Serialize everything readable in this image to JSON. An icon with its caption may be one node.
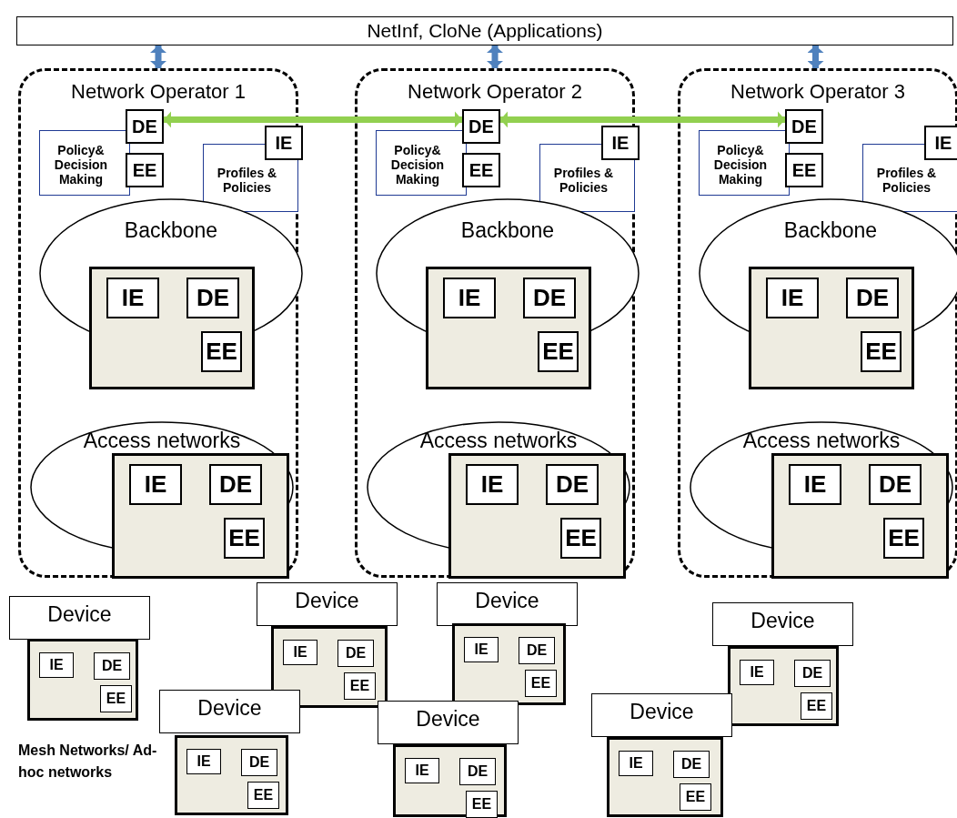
{
  "diagram": {
    "nodes": [
      {
        "text": [
          "NetInf, CloNe (Applications)"
        ]
      },
      {
        "text": [
          "Network Operator 1"
        ]
      },
      {
        "text": [
          "Policy& Decision Making"
        ],
        "in": 1
      },
      {
        "text": [
          "DE"
        ],
        "in": 1
      },
      {
        "text": [
          "EE"
        ],
        "in": 1
      },
      {
        "text": [
          "Profiles & Policies"
        ],
        "in": 1
      },
      {
        "text": [
          "IE"
        ],
        "in": 1
      },
      {
        "text": [
          "Backbone"
        ],
        "in": 1
      },
      {
        "text": [],
        "shape": "box",
        "in": 1
      },
      {
        "text": [
          "IE"
        ]
      },
      {
        "text": [
          "DE"
        ]
      },
      {
        "text": [
          "EE"
        ],
        "in": 8
      },
      {
        "text": [
          "Access networks"
        ],
        "in": 1
      },
      {
        "text": [],
        "shape": "box",
        "in": 1
      },
      {
        "text": [
          "IE"
        ]
      },
      {
        "text": [
          "DE"
        ]
      },
      {
        "text": [
          "EE"
        ],
        "in": 13
      },
      {
        "text": [
          "Network Operator 2"
        ]
      },
      {
        "text": [
          "Policy& Decision Making"
        ],
        "in": 17
      },
      {
        "text": [
          "DE"
        ],
        "in": 17
      },
      {
        "text": [
          "EE"
        ],
        "in": 17
      },
      {
        "text": [
          "Profiles & Policies"
        ],
        "in": 17
      },
      {
        "text": [
          "IE"
        ],
        "in": 17
      },
      {
        "text": [
          "Backbone"
        ],
        "in": 17
      },
      {
        "text": [],
        "shape": "box",
        "in": 17
      },
      {
        "text": [
          "IE"
        ]
      },
      {
        "text": [
          "DE"
        ]
      },
      {
        "text": [
          "EE"
        ],
        "in": 24
      },
      {
        "text": [
          "Access networks"
        ],
        "in": 17
      },
      {
        "text": [],
        "shape": "box",
        "in": 17
      },
      {
        "text": [
          "IE"
        ]
      },
      {
        "text": [
          "DE"
        ]
      },
      {
        "text": [
          "EE"
        ],
        "in": 29
      },
      {
        "text": [
          "Network Operator 3"
        ]
      },
      {
        "text": [
          "Policy& Decision Making"
        ],
        "in": 33
      },
      {
        "text": [
          "DE"
        ],
        "in": 33
      },
      {
        "text": [
          "EE"
        ],
        "in": 33
      },
      {
        "text": [
          "Profiles & Policies"
        ],
        "in": 33
      },
      {
        "text": [
          "IE"
        ],
        "in": 33
      },
      {
        "text": [
          "Backbone"
        ],
        "in": 33
      },
      {
        "text": [],
        "shape": "box",
        "in": 33
      },
      {
        "text": [
          "IE"
        ]
      },
      {
        "text": [
          "DE"
        ]
      },
      {
        "text": [
          "EE"
        ],
        "in": 40
      },
      {
        "text": [
          "Access networks"
        ],
        "in": 33
      },
      {
        "text": [],
        "shape": "box",
        "in": 33
      },
      {
        "text": [
          "IE"
        ]
      },
      {
        "text": [
          "DE"
        ]
      },
      {
        "text": [
          "EE"
        ],
        "in": 45
      },
      {
        "text": [
          "Device"
        ]
      },
      {
        "text": [],
        "shape": "box"
      },
      {
        "text": [
          "IE"
        ],
        "in": 50
      },
      {
        "text": [
          "DE"
        ],
        "in": 50
      },
      {
        "text": [
          "EE"
        ],
        "in": 50
      },
      {
        "text": [
          "Device"
        ]
      },
      {
        "text": [],
        "shape": "box"
      },
      {
        "text": [
          "IE"
        ],
        "in": 55
      },
      {
        "text": [
          "DE"
        ],
        "in": 55
      },
      {
        "text": [
          "EE"
        ],
        "in": 55
      },
      {
        "text": [
          "Device"
        ]
      },
      {
        "text": [],
        "shape": "box"
      },
      {
        "text": [
          "IE"
        ],
        "in": 60
      },
      {
        "text": [
          "DE"
        ],
        "in": 60
      },
      {
        "text": [
          "EE"
        ],
        "in": 60
      },
      {
        "text": [
          "Device"
        ]
      },
      {
        "text": [],
        "shape": "box"
      },
      {
        "text": [
          "IE"
        ],
        "in": 65
      },
      {
        "text": [
          "DE"
        ],
        "in": 65
      },
      {
        "text": [
          "EE"
        ],
        "in": 65
      },
      {
        "text": [
          "Device"
        ]
      },
      {
        "text": [],
        "shape": "box"
      },
      {
        "text": [
          "IE"
        ],
        "in": 70
      },
      {
        "text": [
          "DE"
        ],
        "in": 70
      },
      {
        "text": [
          "EE"
        ],
        "in": 70
      },
      {
        "text": [
          "Device"
        ]
      },
      {
        "text": [],
        "shape": "box"
      },
      {
        "text": [
          "IE"
        ],
        "in": 75
      },
      {
        "text": [
          "DE"
        ],
        "in": 75
      },
      {
        "text": [
          "EE"
        ],
        "in": 75
      },
      {
        "text": [
          "Device"
        ]
      },
      {
        "text": [],
        "shape": "box"
      },
      {
        "text": [
          "IE"
        ],
        "in": 80
      },
      {
        "text": [
          "DE"
        ],
        "in": 80
      },
      {
        "text": [
          "EE"
        ],
        "in": 80
      }
    ],
    "edges": [
      {
        "from": 0,
        "to": 1,
        "arrow": "both",
        "color": "#4f81bd"
      },
      {
        "from": 0,
        "to": 17,
        "arrow": "both",
        "color": "#4f81bd"
      },
      {
        "from": 0,
        "to": 33,
        "arrow": "both",
        "color": "#4f81bd"
      },
      {
        "from": 3,
        "to": 19,
        "arrow": "both",
        "color": "#92d050"
      },
      {
        "from": 19,
        "to": 35,
        "arrow": "both",
        "color": "#92d050"
      }
    ],
    "labels": [
      "Mesh Networks/ Ad-hoc networks"
    ]
  }
}
